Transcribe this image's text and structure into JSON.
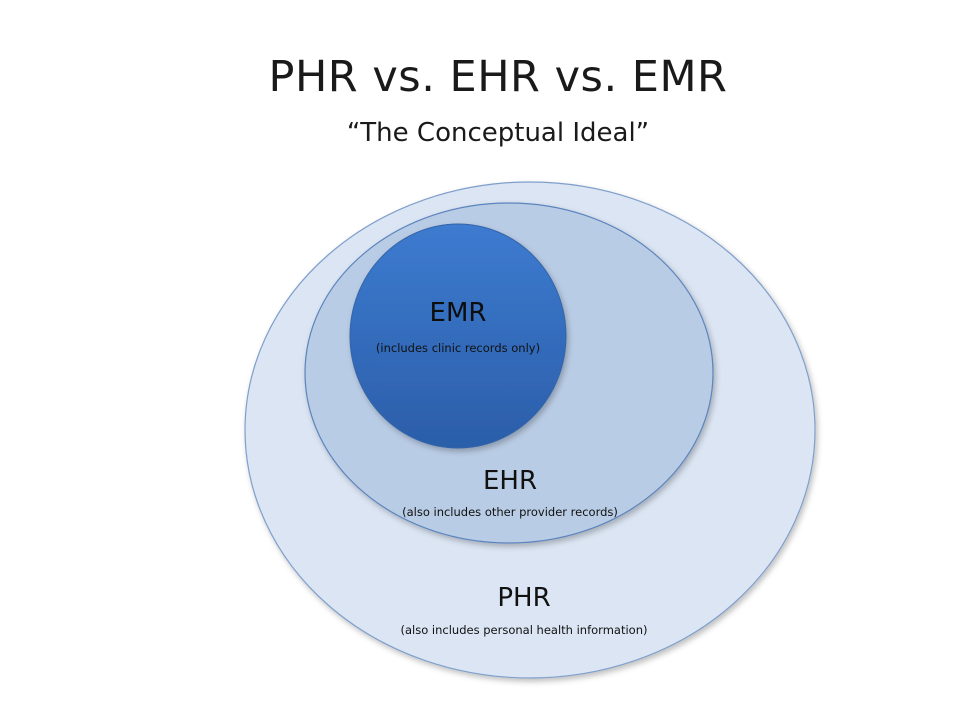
{
  "title": "PHR vs. EHR vs. EMR",
  "subtitle": "“The Conceptual Ideal”",
  "circles": {
    "phr": {
      "label": "PHR",
      "description": "(also includes personal health information)",
      "fill": "#dbe5f3",
      "stroke": "#7f9fcb"
    },
    "ehr": {
      "label": "EHR",
      "description": "(also includes other provider records)",
      "fill": "#b9cce5",
      "stroke": "#5b84bd"
    },
    "emr": {
      "label": "EMR",
      "description": "(includes clinic records only)",
      "fill_top": "#3d7bd0",
      "fill_bottom": "#2b5ea9"
    }
  }
}
